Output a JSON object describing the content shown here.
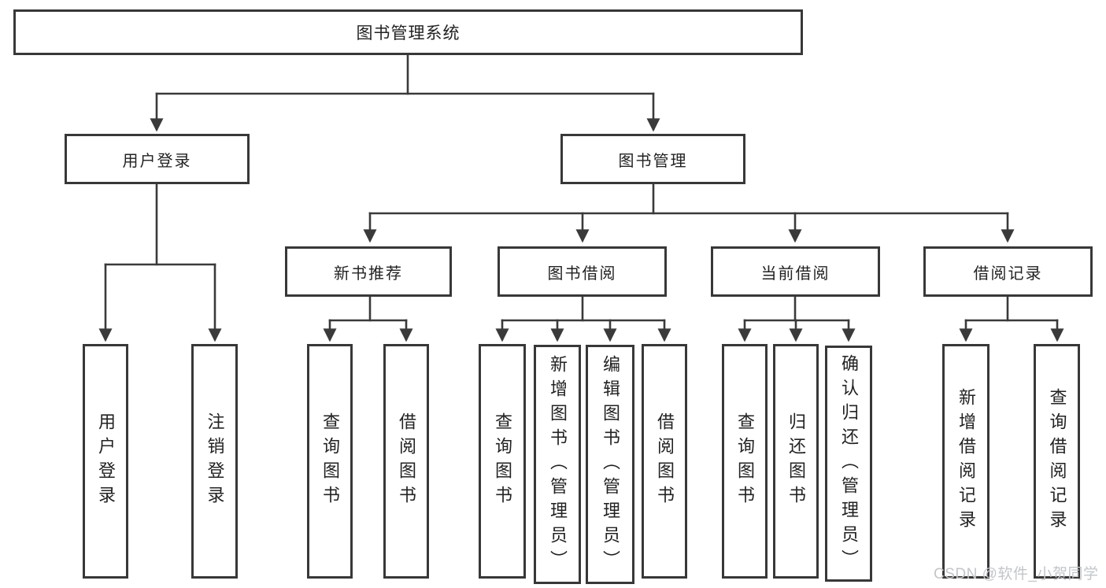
{
  "diagram": {
    "root": {
      "label": "图书管理系统"
    },
    "branches": [
      {
        "label": "用户登录",
        "children": [
          {
            "label": "用户登录"
          },
          {
            "label": "注销登录"
          }
        ]
      },
      {
        "label": "图书管理",
        "children": [
          {
            "label": "新书推荐",
            "children": [
              {
                "label": "查询图书"
              },
              {
                "label": "借阅图书"
              }
            ]
          },
          {
            "label": "图书借阅",
            "children": [
              {
                "label": "查询图书"
              },
              {
                "label": "新增图书（管理员）"
              },
              {
                "label": "编辑图书（管理员）"
              },
              {
                "label": "借阅图书"
              }
            ]
          },
          {
            "label": "当前借阅",
            "children": [
              {
                "label": "查询图书"
              },
              {
                "label": "归还图书"
              },
              {
                "label": "确认归还（管理员）"
              }
            ]
          },
          {
            "label": "借阅记录",
            "children": [
              {
                "label": "新增借阅记录"
              },
              {
                "label": "查询借阅记录"
              }
            ]
          }
        ]
      }
    ]
  },
  "watermark": {
    "text": "CSDN @软件_小贺同学"
  },
  "colors": {
    "line": "#3a3a3a",
    "box_border": "#383838",
    "text": "#222222",
    "watermark": "#c2c6ca",
    "background": "#ffffff"
  }
}
